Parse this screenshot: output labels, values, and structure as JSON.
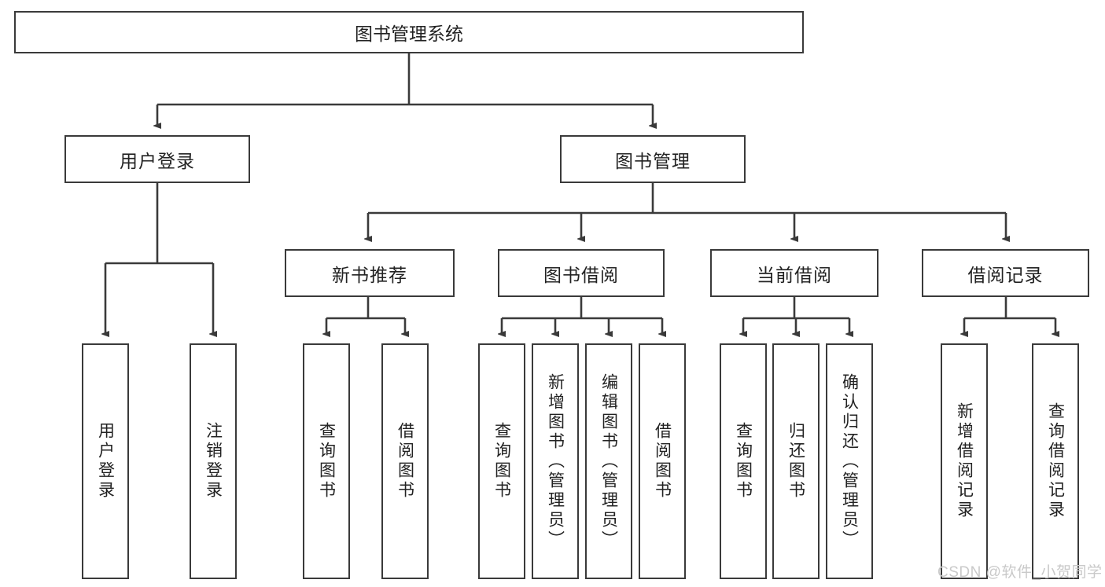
{
  "diagram": {
    "type": "tree-hierarchy",
    "title_node": {
      "label": "图书管理系统"
    },
    "level2": [
      {
        "id": "user-login",
        "label": "用户登录"
      },
      {
        "id": "book-manage",
        "label": "图书管理"
      }
    ],
    "level3": [
      {
        "id": "new-book-recommend",
        "label": "新书推荐",
        "parent": "book-manage"
      },
      {
        "id": "book-borrow",
        "label": "图书借阅",
        "parent": "book-manage"
      },
      {
        "id": "current-borrow",
        "label": "当前借阅",
        "parent": "book-manage"
      },
      {
        "id": "borrow-record",
        "label": "借阅记录",
        "parent": "book-manage"
      }
    ],
    "leaves": [
      {
        "id": "leaf-user-login",
        "label": "用户登录",
        "parent": "user-login"
      },
      {
        "id": "leaf-user-logout",
        "label": "注销登录",
        "parent": "user-login"
      },
      {
        "id": "leaf-query-book-1",
        "label": "查询图书",
        "parent": "new-book-recommend"
      },
      {
        "id": "leaf-borrow-book-1",
        "label": "借阅图书",
        "parent": "new-book-recommend"
      },
      {
        "id": "leaf-query-book-2",
        "label": "查询图书",
        "parent": "book-borrow"
      },
      {
        "id": "leaf-add-book",
        "label": "新增图书（管理员）",
        "parent": "book-borrow"
      },
      {
        "id": "leaf-edit-book",
        "label": "编辑图书（管理员）",
        "parent": "book-borrow"
      },
      {
        "id": "leaf-borrow-book-2",
        "label": "借阅图书",
        "parent": "book-borrow"
      },
      {
        "id": "leaf-query-book-3",
        "label": "查询图书",
        "parent": "current-borrow"
      },
      {
        "id": "leaf-return-book",
        "label": "归还图书",
        "parent": "current-borrow"
      },
      {
        "id": "leaf-confirm-return",
        "label": "确认归还（管理员）",
        "parent": "current-borrow"
      },
      {
        "id": "leaf-add-record",
        "label": "新增借阅记录",
        "parent": "borrow-record"
      },
      {
        "id": "leaf-query-record",
        "label": "查询借阅记录",
        "parent": "borrow-record"
      }
    ],
    "colors": {
      "stroke": "#3a3a3a",
      "fill": "#ffffff",
      "text": "#222222",
      "watermark": "#c9c9c9"
    }
  },
  "watermark": {
    "text": "CSDN @软件_小贺同学"
  }
}
